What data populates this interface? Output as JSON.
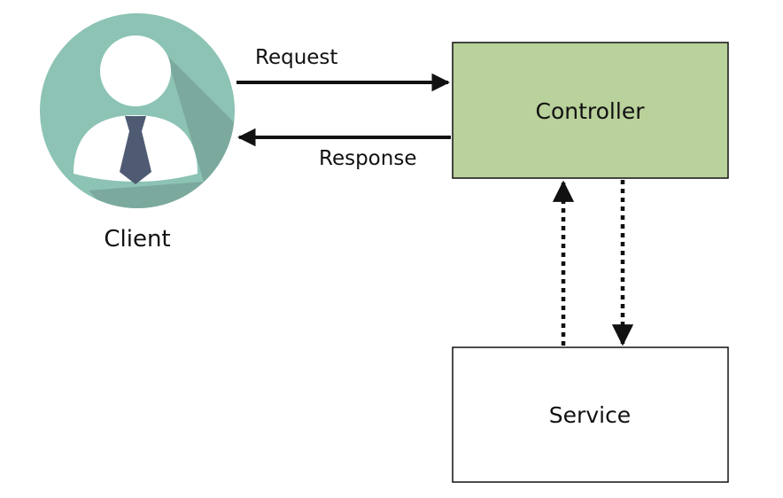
{
  "nodes": {
    "client": {
      "label": "Client"
    },
    "controller": {
      "label": "Controller"
    },
    "service": {
      "label": "Service"
    }
  },
  "edges": {
    "request": {
      "label": "Request"
    },
    "response": {
      "label": "Response"
    }
  },
  "colors": {
    "client_circle": "#8cc3b4",
    "client_shadow": "#79a69a",
    "person": "#ffffff",
    "tie": "#4f5b73",
    "controller_fill": "#b9d19a",
    "service_fill": "#ffffff",
    "stroke": "#111111"
  },
  "icons": {
    "client": "user-avatar-icon"
  }
}
